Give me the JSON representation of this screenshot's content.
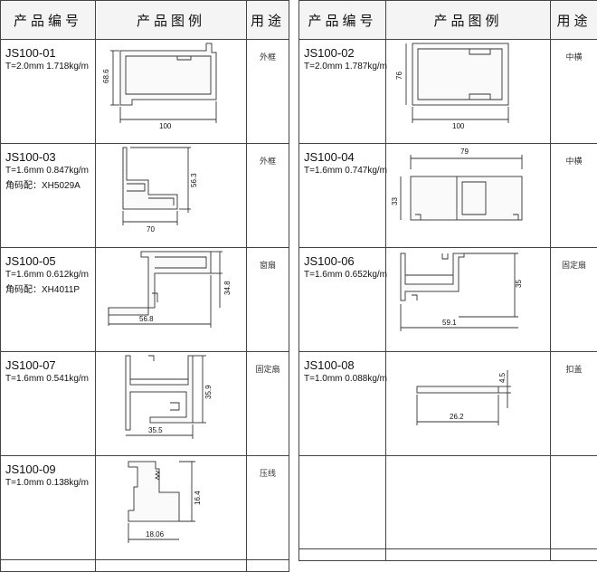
{
  "headers": {
    "code": "产品编号",
    "figure": "产品图例",
    "use": "用途"
  },
  "products": [
    {
      "code": "JS100-01",
      "spec": "T=2.0mm  1.718kg/m",
      "corner": "",
      "use": "外框",
      "dims": [
        "68.6",
        "100"
      ]
    },
    {
      "code": "JS100-02",
      "spec": "T=2.0mm  1.787kg/m",
      "corner": "",
      "use": "中横",
      "dims": [
        "76",
        "100"
      ]
    },
    {
      "code": "JS100-03",
      "spec": "T=1.6mm  0.847kg/m",
      "corner": "角码配：XH5029A",
      "use": "外框",
      "dims": [
        "56.3",
        "70"
      ]
    },
    {
      "code": "JS100-04",
      "spec": "T=1.6mm  0.747kg/m",
      "corner": "",
      "use": "中横",
      "dims": [
        "79",
        "33"
      ]
    },
    {
      "code": "JS100-05",
      "spec": "T=1.6mm  0.612kg/m",
      "corner": "角码配：XH4011P",
      "use": "窗扇",
      "dims": [
        "34.8",
        "56.8"
      ]
    },
    {
      "code": "JS100-06",
      "spec": "T=1.6mm  0.652kg/m",
      "corner": "",
      "use": "固定扇",
      "dims": [
        "35",
        "59.1"
      ]
    },
    {
      "code": "JS100-07",
      "spec": "T=1.6mm  0.541kg/m",
      "corner": "",
      "use": "固定扇",
      "dims": [
        "35.9",
        "35.5"
      ]
    },
    {
      "code": "JS100-08",
      "spec": "T=1.0mm  0.088kg/m",
      "corner": "",
      "use": "扣盖",
      "dims": [
        "4.5",
        "26.2"
      ]
    },
    {
      "code": "JS100-09",
      "spec": "T=1.0mm  0.138kg/m",
      "corner": "",
      "use": "压线",
      "dims": [
        "16.4",
        "18.06"
      ]
    }
  ]
}
